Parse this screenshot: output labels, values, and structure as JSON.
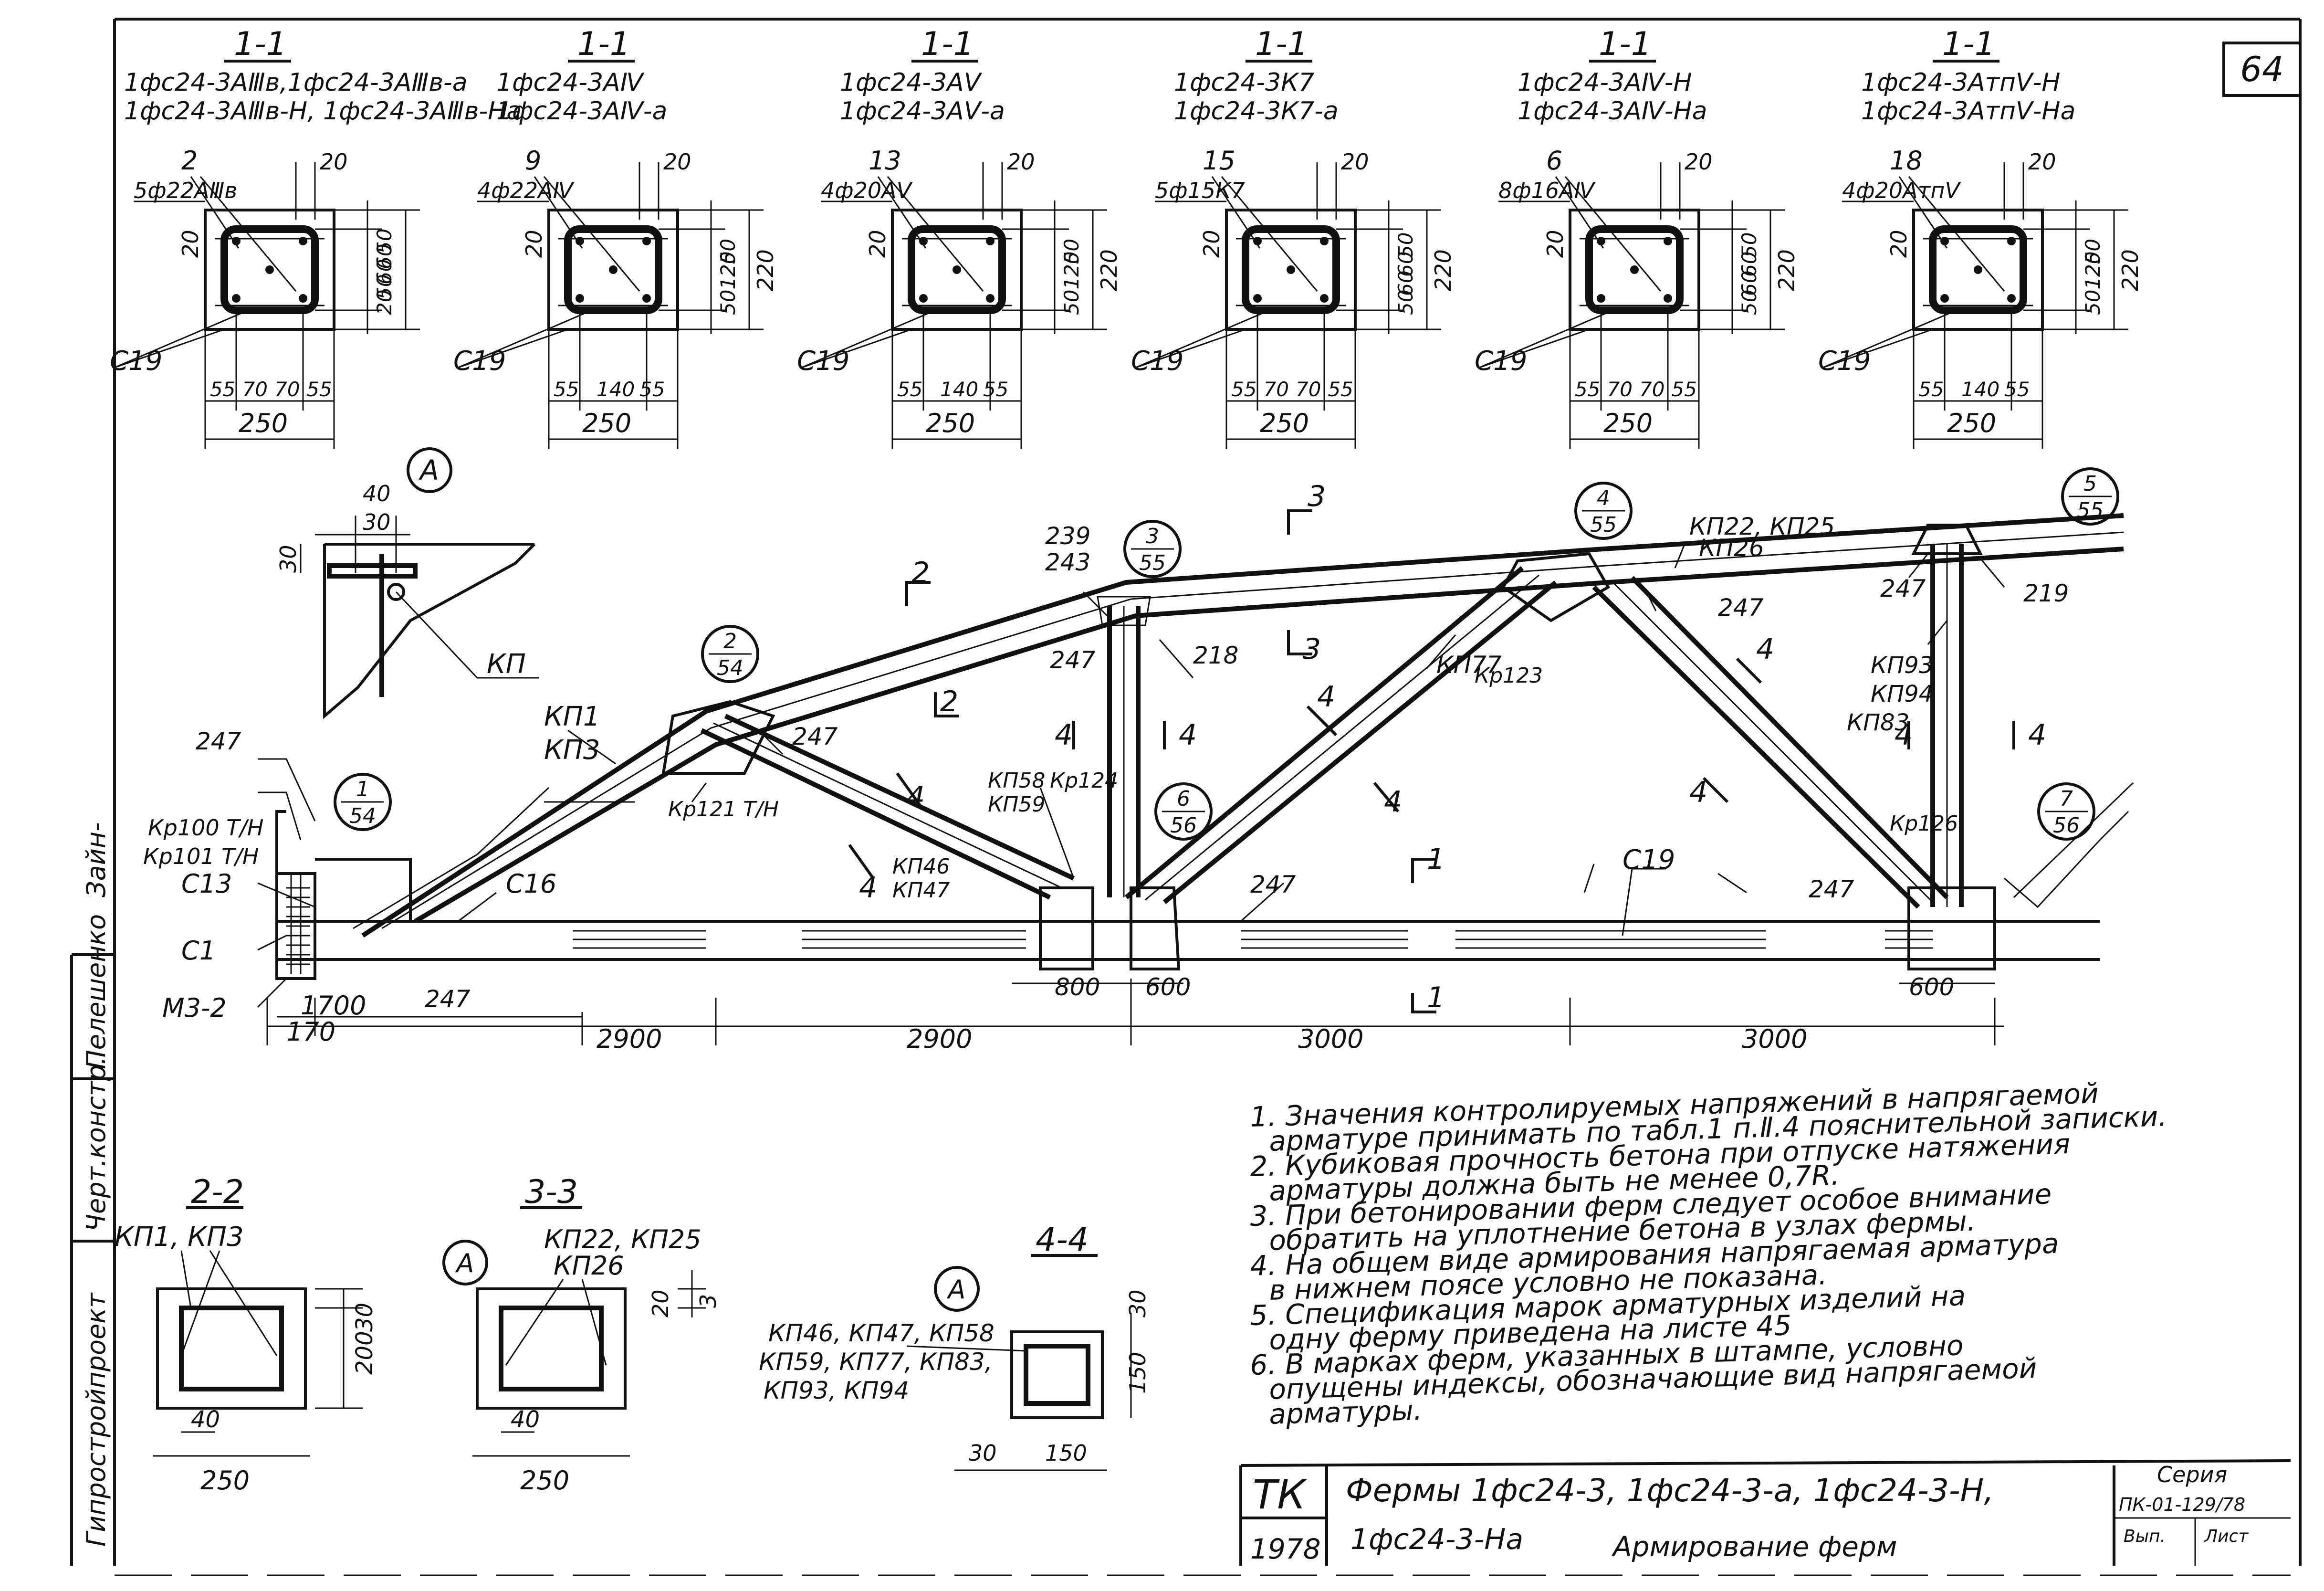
{
  "sheet": {
    "page_number": "64",
    "side_stamp": [
      "Черт.констр.",
      "Пелешенко",
      "Зайн-",
      "Гипростройпроект"
    ]
  },
  "sections_1_1": [
    {
      "title": "1-1",
      "marks": [
        "1фс24-3АⅢв,1фс24-3АⅢв-а",
        "1фс24-3АⅢв-Н, 1фс24-3АⅢв-На"
      ],
      "pos": "2",
      "bars": "5ф22АⅢв",
      "clamp": "С19",
      "dims_h": [
        "55",
        "70",
        "70",
        "55"
      ],
      "width": "250",
      "dims_v": [
        "20",
        "50",
        "60",
        "60",
        "50"
      ],
      "height": "",
      "cover": "20",
      "top": "20"
    },
    {
      "title": "1-1",
      "marks": [
        "1фс24-3АⅣ",
        "1фс24-3АⅣ-а"
      ],
      "pos": "9",
      "bars": "4ф22АⅣ",
      "clamp": "С19",
      "dims_h": [
        "55",
        "140",
        "55"
      ],
      "width": "250",
      "dims_v": [
        "50",
        "120",
        "50"
      ],
      "height": "220",
      "cover": "20",
      "top": "20"
    },
    {
      "title": "1-1",
      "marks": [
        "1фс24-3АⅤ",
        "1фс24-3АⅤ-а"
      ],
      "pos": "13",
      "bars": "4ф20АⅤ",
      "clamp": "С19",
      "dims_h": [
        "55",
        "140",
        "55"
      ],
      "width": "250",
      "dims_v": [
        "50",
        "120",
        "50"
      ],
      "height": "220",
      "cover": "20",
      "top": "20"
    },
    {
      "title": "1-1",
      "marks": [
        "1фс24-3К7",
        "1фс24-3К7-а"
      ],
      "pos": "15",
      "bars": "5ф15К7",
      "clamp": "С19",
      "dims_h": [
        "55",
        "70",
        "70",
        "55"
      ],
      "width": "250",
      "dims_v": [
        "50",
        "60",
        "60",
        "50"
      ],
      "height": "220",
      "cover": "20",
      "top": "20"
    },
    {
      "title": "1-1",
      "marks": [
        "1фс24-3АⅣ-Н",
        "1фс24-3АⅣ-На"
      ],
      "pos": "6",
      "bars": "8ф16АⅣ",
      "clamp": "С19",
      "dims_h": [
        "55",
        "70",
        "70",
        "55"
      ],
      "width": "250",
      "dims_v": [
        "50",
        "60",
        "60",
        "50"
      ],
      "height": "220",
      "cover": "20",
      "top": "20"
    },
    {
      "title": "1-1",
      "marks": [
        "1фс24-3АтпⅤ-Н",
        "1фс24-3АтпⅤ-На"
      ],
      "pos": "18",
      "bars": "4ф20АтпⅤ",
      "clamp": "С19",
      "dims_h": [
        "55",
        "140",
        "55"
      ],
      "width": "250",
      "dims_v": [
        "50",
        "120",
        "50"
      ],
      "height": "220",
      "cover": "20",
      "top": "20"
    }
  ],
  "detail_a": {
    "marker": "А",
    "dims": [
      "40",
      "30",
      "30"
    ],
    "label": "КП"
  },
  "truss": {
    "node_marks": [
      {
        "top": "1",
        "bottom": "54"
      },
      {
        "top": "2",
        "bottom": "54"
      },
      {
        "top": "3",
        "bottom": "55"
      },
      {
        "top": "4",
        "bottom": "55"
      },
      {
        "top": "5",
        "bottom": "55"
      },
      {
        "top": "6",
        "bottom": "56"
      },
      {
        "top": "7",
        "bottom": "56"
      }
    ],
    "labels": {
      "kp1": "КП1",
      "kp3": "КП3",
      "kp22": "КП22, КП25",
      "kp26": "КП26",
      "kr100": "Кр100 Т/Н",
      "kr101": "Кр101 Т/Н",
      "c13": "С13",
      "c1": "С1",
      "m32": "М3-2",
      "c16": "С16",
      "c19": "С19",
      "kr121": "Кр121 Т/Н",
      "kr123": "Кр123",
      "kr124": "Кр124",
      "kr126": "Кр126",
      "kp46": "КП46",
      "kp47": "КП47",
      "kp58": "КП58",
      "kp59": "КП59",
      "kp77": "КП77",
      "kp93": "КП93",
      "kp94": "КП94",
      "kp83": "КП83",
      "n247": "247",
      "n239": "239",
      "n243": "243",
      "n218": "218",
      "n219": "219"
    },
    "section_cuts": [
      "1",
      "2",
      "3",
      "4"
    ],
    "dims_bottom": [
      "170",
      "1700",
      "2900",
      "2900",
      "3000",
      "3000"
    ],
    "dims_local": [
      "800",
      "600",
      "600"
    ]
  },
  "sections_small": [
    {
      "title": "2-2",
      "marks": "КП1, КП3",
      "dims": [
        "40",
        "250",
        "30",
        "200"
      ]
    },
    {
      "title": "3-3",
      "marker": "А",
      "marks": "КП22, КП25",
      "marks2": "КП26",
      "dims": [
        "40",
        "250",
        "20",
        "3"
      ]
    },
    {
      "title": "4-4",
      "marker": "А",
      "marks": [
        "КП46, КП47, КП58",
        "КП59, КП77, КП83,",
        "КП93, КП94"
      ],
      "dims": [
        "30",
        "150",
        "30",
        "150"
      ]
    }
  ],
  "notes": [
    "1. Значения контролируемых напряжений в напрягаемой",
    "арматуре принимать по табл.1 п.Ⅱ.4 пояснительной записки.",
    "2. Кубиковая прочность бетона при отпуске натяжения",
    "арматуры должна быть не менее 0,7R.",
    "3. При бетонировании ферм следует особое внимание",
    "обратить на уплотнение бетона в узлах фермы.",
    "4. На общем виде армирования напрягаемая арматура",
    "в нижнем поясе условно не показана.",
    "5. Спецификация марок арматурных изделий на",
    "одну ферму приведена на листе 45",
    "6. В марках ферм, указанных в штампе, условно",
    "опущены индексы, обозначающие вид напрягаемой",
    "арматуры."
  ],
  "stamp": {
    "org": "ТК",
    "year": "1978",
    "title1": "Фермы 1фс24-3, 1фс24-3-а, 1фс24-3-Н,",
    "title2": "1фс24-3-На",
    "subtitle": "Армирование ферм",
    "series_label": "Серия",
    "series": "ПК-01-129/78",
    "vyp": "Вып.",
    "list": "Лист"
  }
}
